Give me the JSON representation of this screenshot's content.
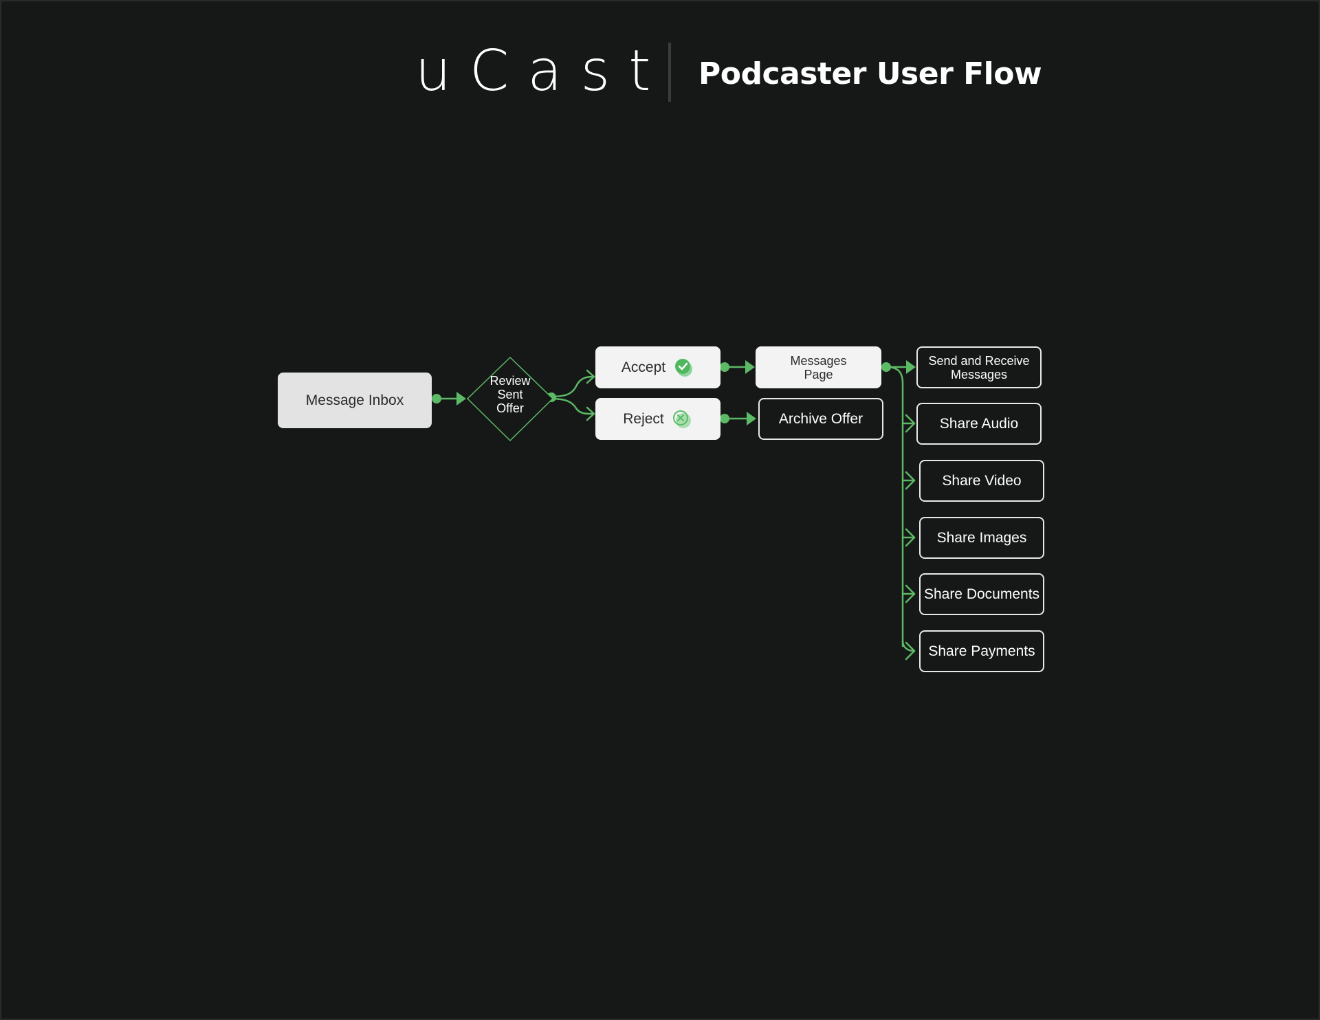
{
  "header": {
    "logo": "uCast",
    "title": "Podcaster User Flow"
  },
  "colors": {
    "background": "#161817",
    "accent": "#5cb965",
    "node_light": "#f3f3f3",
    "node_gray": "#e3e3e3"
  },
  "nodes": {
    "message_inbox": "Message Inbox",
    "review_offer": [
      "Review",
      "Sent",
      "Offer"
    ],
    "accept": "Accept",
    "reject": "Reject",
    "messages_page": [
      "Messages",
      "Page"
    ],
    "archive_offer": "Archive Offer",
    "send_receive": [
      "Send and Receive",
      "Messages"
    ],
    "share_audio": "Share Audio",
    "share_video": "Share Video",
    "share_images": "Share Images",
    "share_documents": "Share Documents",
    "share_payments": "Share Payments"
  },
  "icons": {
    "accept": "check-circle-icon",
    "reject": "x-circle-icon"
  }
}
